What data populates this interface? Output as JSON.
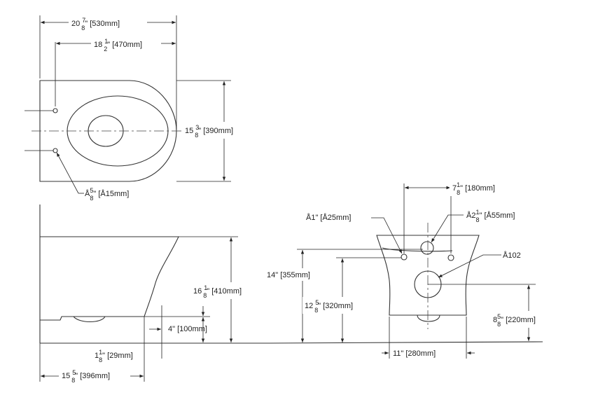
{
  "top_view": {
    "overall_length": {
      "whole": "20",
      "num": "7",
      "den": "8",
      "rest": "\" [530mm]"
    },
    "seat_length": {
      "whole": "18",
      "num": "1",
      "den": "2",
      "rest": "\" [470mm]"
    },
    "width": {
      "whole": "15",
      "num": "3",
      "den": "8",
      "rest": "\" [390mm]"
    },
    "bolt_hole": {
      "whole": "Å",
      "num": "5",
      "den": "8",
      "rest": "\" [Å15mm]"
    }
  },
  "side_view": {
    "height": {
      "whole": "16",
      "num": "1",
      "den": "8",
      "rest": "\" [410mm]"
    },
    "outlet_height": {
      "text": "4\" [100mm]"
    },
    "outlet_offset": {
      "whole": "1",
      "num": "1",
      "den": "8",
      "rest": "\" [29mm]"
    },
    "projection": {
      "whole": "15",
      "num": "5",
      "den": "8",
      "rest": "\" [396mm]"
    }
  },
  "rear_view": {
    "hole_spacing": {
      "whole": "7",
      "num": "1",
      "den": "8",
      "rest": "\" [180mm]"
    },
    "small_hole": {
      "text": "Å1\" [Å25mm]"
    },
    "inlet_hole": {
      "whole": "Å2",
      "num": "1",
      "den": "8",
      "rest": "\" [Å55mm]"
    },
    "outlet": {
      "text": "Å102"
    },
    "bolt_height": {
      "text": "14\" [355mm]"
    },
    "inlet_height": {
      "whole": "12",
      "num": "5",
      "den": "8",
      "rest": "\" [320mm]"
    },
    "outlet_center_height": {
      "whole": "8",
      "num": "5",
      "den": "8",
      "rest": "\" [220mm]"
    },
    "base_width": {
      "text": "11\" [280mm]"
    }
  }
}
